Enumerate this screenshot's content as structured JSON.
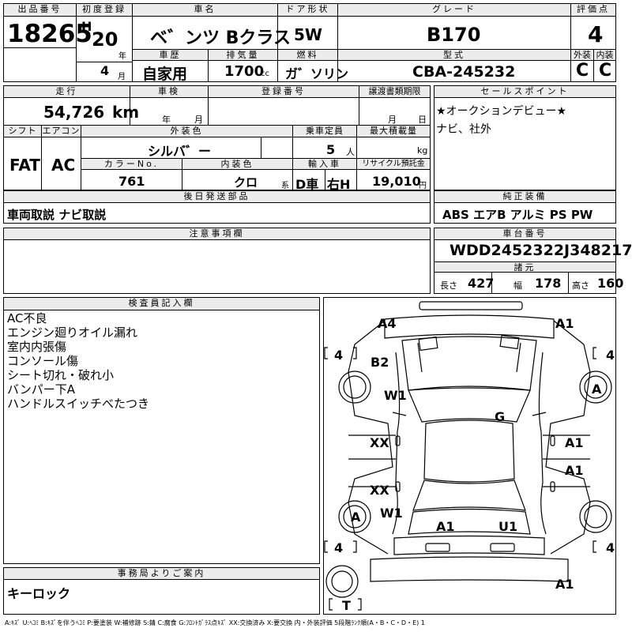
{
  "header": {
    "lot_no_label": "出品番号",
    "lot_no": "18265",
    "first_reg_label": "初度登録",
    "era": "H",
    "year": "20",
    "year_unit": "年",
    "month": "4",
    "month_unit": "月",
    "car_name_label": "車名",
    "car_name": "ベ゛ンツ Bクラス",
    "door_label": "ドア形状",
    "door": "5W",
    "grade_label": "グレード",
    "grade": "B170",
    "score_label": "評価点",
    "score": "4",
    "history_label": "車歴",
    "history": "自家用",
    "displacement_label": "排気量",
    "displacement": "1700",
    "displacement_unit": "cc",
    "fuel_label": "燃料",
    "fuel": "ガ゛ソリン",
    "model_label": "型式",
    "model": "CBA-245232",
    "exterior_label": "外装",
    "exterior": "C",
    "interior_label": "内装",
    "interior": "C"
  },
  "row2": {
    "mileage_label": "走行",
    "mileage": "54,726",
    "mileage_unit": "km",
    "inspection_label": "車検",
    "inspection_year": "年",
    "inspection_month": "月",
    "registration_label": "登録番号",
    "transfer_label": "譲渡書類期限",
    "transfer_month": "月",
    "transfer_day": "日",
    "sales_label": "セールスポイント",
    "sales_1": "★オークションデビュー★",
    "sales_2": "ナビ、社外"
  },
  "row3": {
    "shift_label": "シフト",
    "shift": "FAT",
    "ac_label": "エアコン",
    "ac": "AC",
    "color_label": "外装色",
    "color": "シルバ゛ー",
    "capacity_label": "乗車定員",
    "capacity": "5",
    "capacity_unit": "人",
    "load_label": "最大積載量",
    "load_unit": "kg",
    "color_no_label": "カラーNo.",
    "color_no": "761",
    "int_color_label": "内装色",
    "int_color": "クロ",
    "int_color_unit": "系",
    "import_label": "輸入車",
    "import_1": "D車",
    "import_2": "右H",
    "recycle_label": "リサイクル預託金",
    "recycle": "19,010",
    "recycle_unit": "円"
  },
  "parts": {
    "label": "後日発送部品",
    "text": "車両取説 ナビ取説"
  },
  "equipment": {
    "label": "純正装備",
    "text": "ABS エアB アルミ PS PW"
  },
  "notes": {
    "label": "注意事項欄"
  },
  "chassis": {
    "label": "車台番号",
    "vin": "WDD2452322J348217",
    "dims_label": "諸元",
    "length_label": "長さ",
    "length": "427",
    "width_label": "幅",
    "width": "178",
    "height_label": "高さ",
    "height": "160"
  },
  "inspector": {
    "label": "検査員記入欄",
    "lines": [
      "AC不良",
      "エンジン廻りオイル漏れ",
      "室内内張傷",
      "コンソール傷",
      "シート切れ・破れ小",
      "バンパー下A",
      "ハンドルスイッチべたつき"
    ]
  },
  "office": {
    "label": "事務局よりご案内",
    "text": "キーロック"
  },
  "diagram": {
    "marks": {
      "a4": "A4",
      "a1_fr": "A1",
      "b2": "B2",
      "w1_f": "W1",
      "wheel_fl": "A",
      "g": "G",
      "xx_1": "XX",
      "xx_2": "XX",
      "a1_r1": "A1",
      "a1_r2": "A1",
      "wheel_rl": "A",
      "w1_r": "W1",
      "a1_rear": "A1",
      "u1": "U1",
      "a1_spare": "A1"
    },
    "tyre_1": "4",
    "tyre_2": "4",
    "tyre_3": "4",
    "tyre_4": "4",
    "spare": "T"
  },
  "legend": "A:ｷｽﾞ U:ﾍｺﾐ B:ｷｽﾞを伴うﾍｺﾐ P:要塗装 W:補修跡 S:錆 C:腐食 G:ﾌﾛﾝﾄｶﾞﾗｽ点ｷｽﾞ XX:交換済み X:要交換 内・外装評価 5段階ﾗﾝｸ順(A・B・C・D・E) 1"
}
